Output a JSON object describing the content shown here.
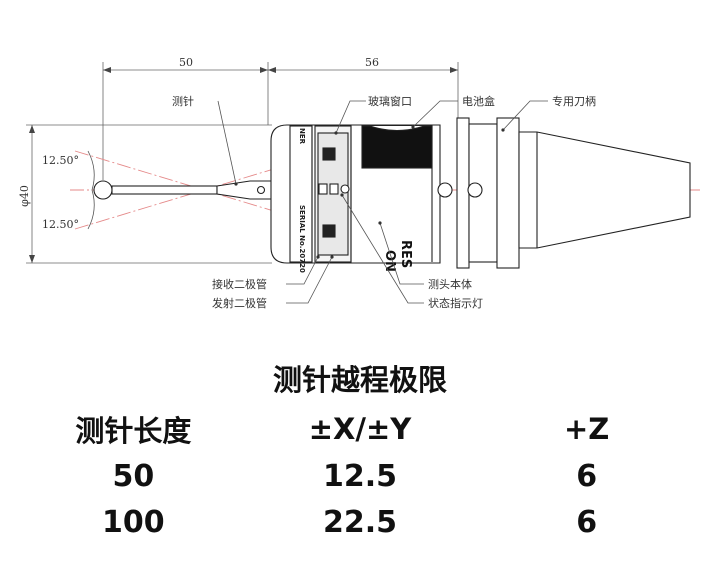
{
  "diagram": {
    "dimensions": {
      "length_stylus": "50",
      "length_body": "56",
      "diameter": "φ40",
      "angle_upper": "12.50°",
      "angle_lower": "12.50°"
    },
    "callouts": {
      "stylus": "测针",
      "glass_window": "玻璃窗口",
      "battery_box": "电池盒",
      "tool_holder": "专用刀柄",
      "receive_diode": "接收二极管",
      "emit_diode": "发射二极管",
      "probe_body": "测头本体",
      "status_light": "状态指示灯"
    },
    "body_markings": {
      "serial": "SERIAL No.20720",
      "side_text": "NER",
      "front_text_1": "RES",
      "front_text_2": "ON"
    }
  },
  "limits_table": {
    "title": "测针越程极限",
    "headers": [
      "测针长度",
      "±X/±Y",
      "+Z"
    ],
    "rows": [
      [
        "50",
        "12.5",
        "6"
      ],
      [
        "100",
        "22.5",
        "6"
      ]
    ]
  }
}
